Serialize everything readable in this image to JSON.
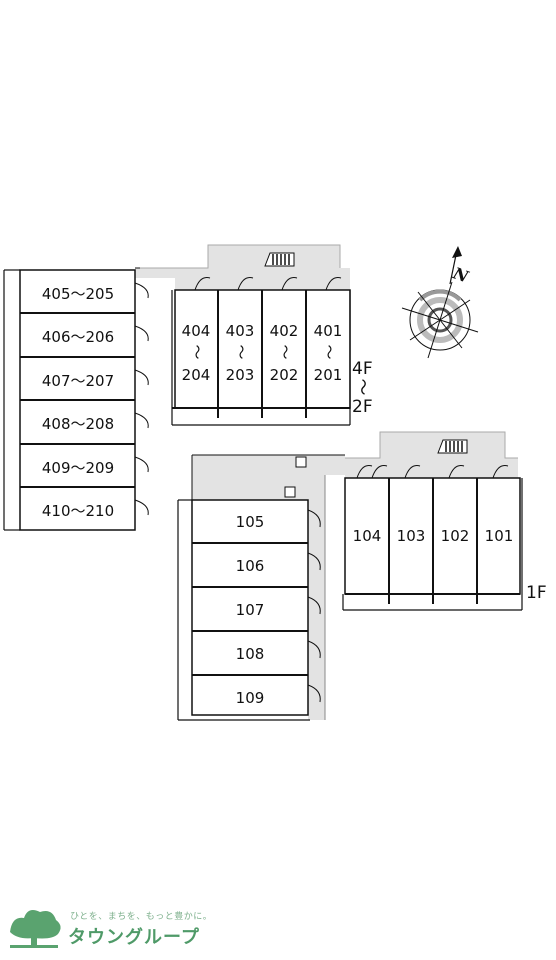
{
  "compass": {
    "north_label": "N",
    "icon": "compass-icon"
  },
  "building_a": {
    "units": [
      "405～205",
      "406～206",
      "407～207",
      "408～208",
      "409～209",
      "410～210"
    ]
  },
  "building_b": {
    "units_top": [
      "404",
      "403",
      "402",
      "401"
    ],
    "units_bottom": [
      "204",
      "203",
      "202",
      "201"
    ],
    "wave": "～",
    "floor_top": "4F",
    "floor_wave": "～",
    "floor_bottom": "2F"
  },
  "building_c": {
    "units": [
      "105",
      "106",
      "107",
      "108",
      "109"
    ]
  },
  "building_d": {
    "units": [
      "104",
      "103",
      "102",
      "101"
    ],
    "floor": "1F"
  },
  "logo": {
    "tagline": "ひとを、まちを、もっと豊かに。",
    "brand": "タウングループ",
    "tree_color": "#5aa36f"
  }
}
